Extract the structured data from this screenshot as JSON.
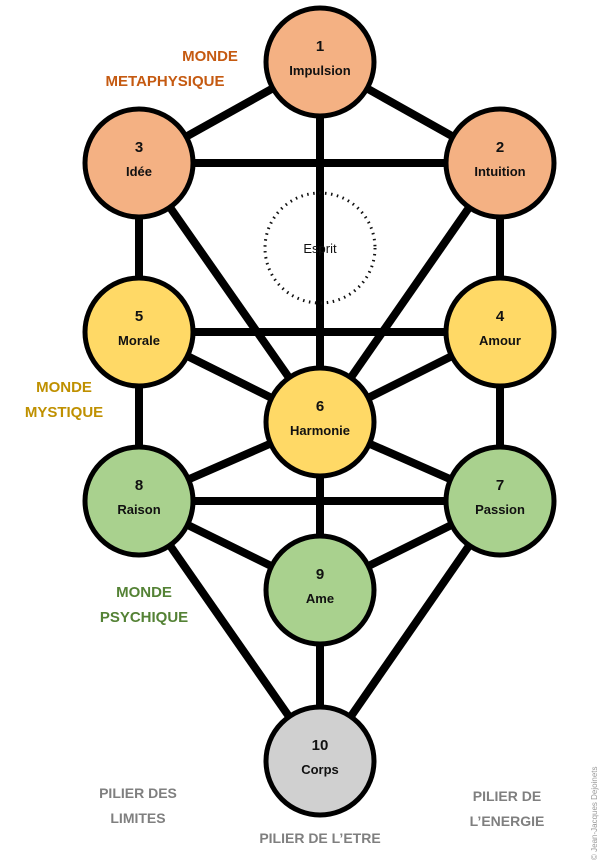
{
  "esprit": "Esprit",
  "zones": {
    "metaphysique": [
      "MONDE",
      "METAPHYSIQUE"
    ],
    "mystique": [
      "MONDE",
      "MYSTIQUE"
    ],
    "psychique": [
      "MONDE",
      "PSYCHIQUE"
    ]
  },
  "pillars": {
    "limites": [
      "PILIER DES",
      "LIMITES"
    ],
    "etre": [
      "PILIER DE L’ETRE"
    ],
    "energie": [
      "PILIER DE",
      "L’ENERGIE"
    ]
  },
  "copyright": "© Jean-Jacques Dejoinets",
  "colors": {
    "metaphysique": "#f4b183",
    "mystique": "#ffd966",
    "psychique": "#a9d18e",
    "corps": "#d0d0d0",
    "metaphysique_text": "#c55a11",
    "mystique_text": "#bf9000",
    "psychique_text": "#548235"
  },
  "nodes": [
    {
      "id": "1",
      "label": "Impulsion",
      "group": "metaphysique"
    },
    {
      "id": "2",
      "label": "Intuition",
      "group": "metaphysique"
    },
    {
      "id": "3",
      "label": "Idée",
      "group": "metaphysique"
    },
    {
      "id": "4",
      "label": "Amour",
      "group": "mystique"
    },
    {
      "id": "5",
      "label": "Morale",
      "group": "mystique"
    },
    {
      "id": "6",
      "label": "Harmonie",
      "group": "mystique"
    },
    {
      "id": "7",
      "label": "Passion",
      "group": "psychique"
    },
    {
      "id": "8",
      "label": "Raison",
      "group": "psychique"
    },
    {
      "id": "9",
      "label": "Ame",
      "group": "psychique"
    },
    {
      "id": "10",
      "label": "Corps",
      "group": "corps"
    }
  ],
  "edges": [
    [
      "1",
      "3"
    ],
    [
      "1",
      "2"
    ],
    [
      "1",
      "6"
    ],
    [
      "3",
      "2"
    ],
    [
      "3",
      "5"
    ],
    [
      "3",
      "6"
    ],
    [
      "2",
      "4"
    ],
    [
      "2",
      "6"
    ],
    [
      "5",
      "4"
    ],
    [
      "5",
      "6"
    ],
    [
      "4",
      "6"
    ],
    [
      "5",
      "8"
    ],
    [
      "4",
      "7"
    ],
    [
      "6",
      "8"
    ],
    [
      "6",
      "7"
    ],
    [
      "6",
      "9"
    ],
    [
      "8",
      "7"
    ],
    [
      "8",
      "9"
    ],
    [
      "7",
      "9"
    ],
    [
      "8",
      "10"
    ],
    [
      "7",
      "10"
    ],
    [
      "9",
      "10"
    ]
  ]
}
